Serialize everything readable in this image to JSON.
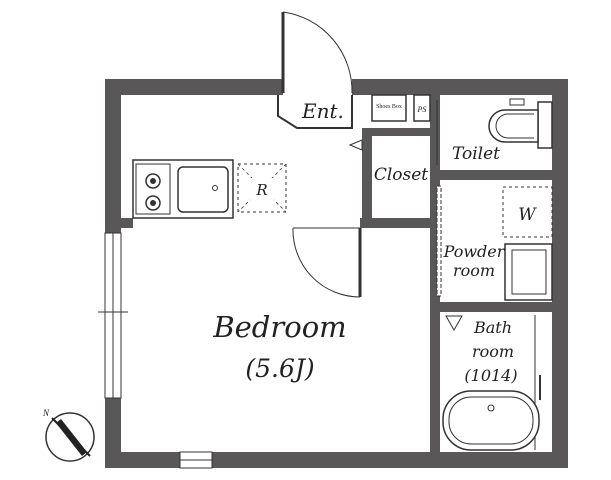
{
  "floor_plan": {
    "labels": {
      "entrance": "Ent.",
      "shoes_box": "Shoes Box",
      "ps": "PS",
      "toilet": "Toilet",
      "closet": "Closet",
      "refrigerator": "R",
      "washer": "W",
      "powder_room_line1": "Powder",
      "powder_room_line2": "room",
      "bath_line1": "Bath",
      "bath_line2": "room",
      "bath_size": "(1014)",
      "bedroom": "Bedroom",
      "bedroom_size": "(5.6J)"
    },
    "compass": {
      "north_label": "N"
    },
    "colors": {
      "wall": "#595757",
      "line": "#333333",
      "background": "#ffffff"
    }
  }
}
